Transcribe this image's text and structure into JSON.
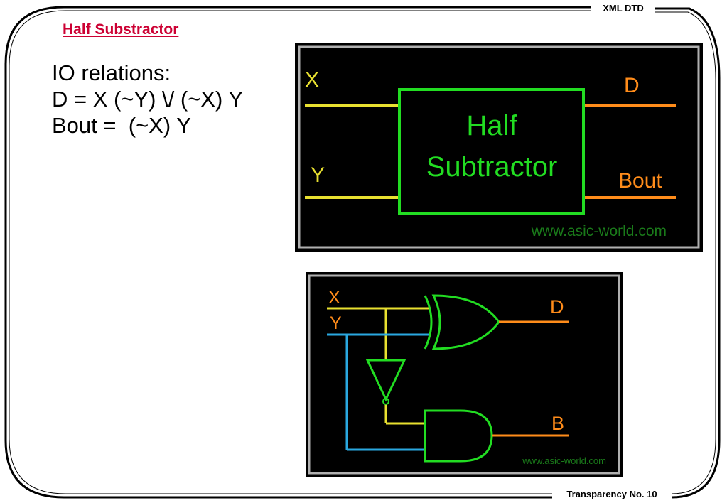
{
  "header": {
    "tag": "XML DTD"
  },
  "footer": {
    "tag": "Transparency No. 10"
  },
  "slide": {
    "title": "Half Substractor",
    "io_lines": [
      "IO relations:",
      "D = X (~Y) \\/ (~X) Y",
      "Bout =  (~X) Y"
    ]
  },
  "block_diagram": {
    "input_x": "X",
    "input_y": "Y",
    "output_d": "D",
    "output_bout": "Bout",
    "box_line1": "Half",
    "box_line2": "Subtractor",
    "watermark": "www.asic-world.com"
  },
  "gate_diagram": {
    "input_x": "X",
    "input_y": "Y",
    "output_d": "D",
    "output_b": "B",
    "watermark": "www.asic-world.com"
  },
  "colors": {
    "title_red": "#cc0033",
    "wire_yellow": "#e8e030",
    "wire_orange": "#ff8c1a",
    "wire_blue": "#2aa8e0",
    "gate_green": "#22dd22",
    "panel_black": "#000000"
  }
}
